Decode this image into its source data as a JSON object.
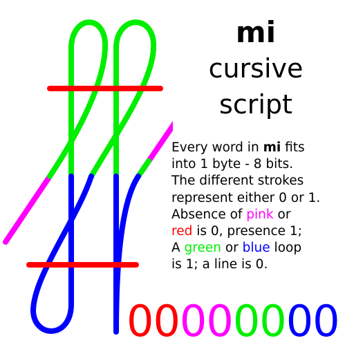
{
  "title": {
    "line1": "mi",
    "line2": "cursive",
    "line3": "script"
  },
  "description": {
    "lines": [
      [
        "Every word in ",
        "mi",
        " fits"
      ],
      [
        "into 1 byte - 8 bits."
      ],
      [
        "The different strokes"
      ],
      [
        "represent either 0 or 1."
      ],
      [
        "Absence of ",
        "pink",
        " or"
      ],
      [
        "red",
        " is 0, presence 1;"
      ],
      [
        "A ",
        "green",
        " or ",
        "blue",
        " loop"
      ],
      [
        "is 1; a line is 0."
      ]
    ]
  },
  "digits": [
    "0",
    "0",
    "0",
    "0",
    "0",
    "0",
    "0",
    "0"
  ],
  "colors": {
    "pink": "#ff00ff",
    "red": "#ff0000",
    "green": "#00ee00",
    "blue": "#0000ff"
  }
}
